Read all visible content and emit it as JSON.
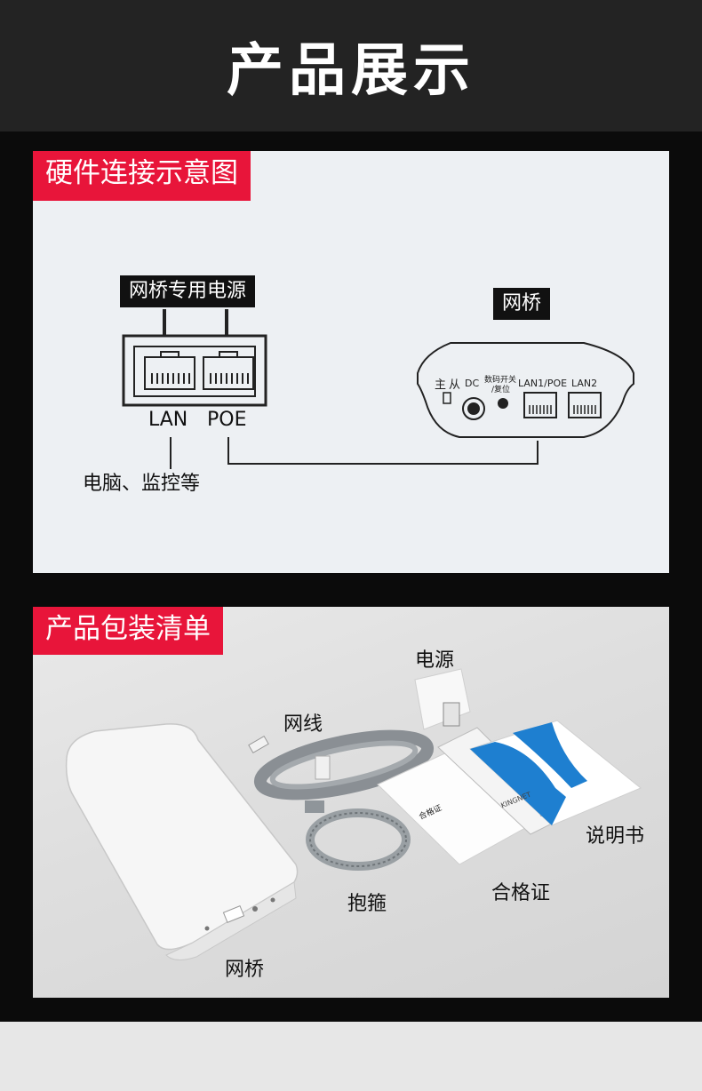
{
  "header": {
    "title": "产品展示"
  },
  "diagram": {
    "tag": "硬件连接示意图",
    "power_label": "网桥专用电源",
    "bridge_label": "网桥",
    "lan": "LAN",
    "poe": "POE",
    "device_label": "电脑、监控等",
    "bridge_ports": {
      "master": "主",
      "slave": "从",
      "dc": "DC",
      "switch_line1": "数码开关",
      "switch_line2": "/复位",
      "lan1": "LAN1/POE",
      "lan2": "LAN2"
    }
  },
  "package": {
    "tag": "产品包装清单",
    "items": {
      "power": "电源",
      "cable": "网线",
      "manual": "说明书",
      "clamp": "抱箍",
      "certificate": "合格证",
      "bridge": "网桥"
    },
    "certificate_stamp": "合格证",
    "brand": "KINGNET"
  },
  "colors": {
    "accent": "#e8153a",
    "header_bg": "#232323",
    "manual_blue": "#1e7fd0"
  }
}
